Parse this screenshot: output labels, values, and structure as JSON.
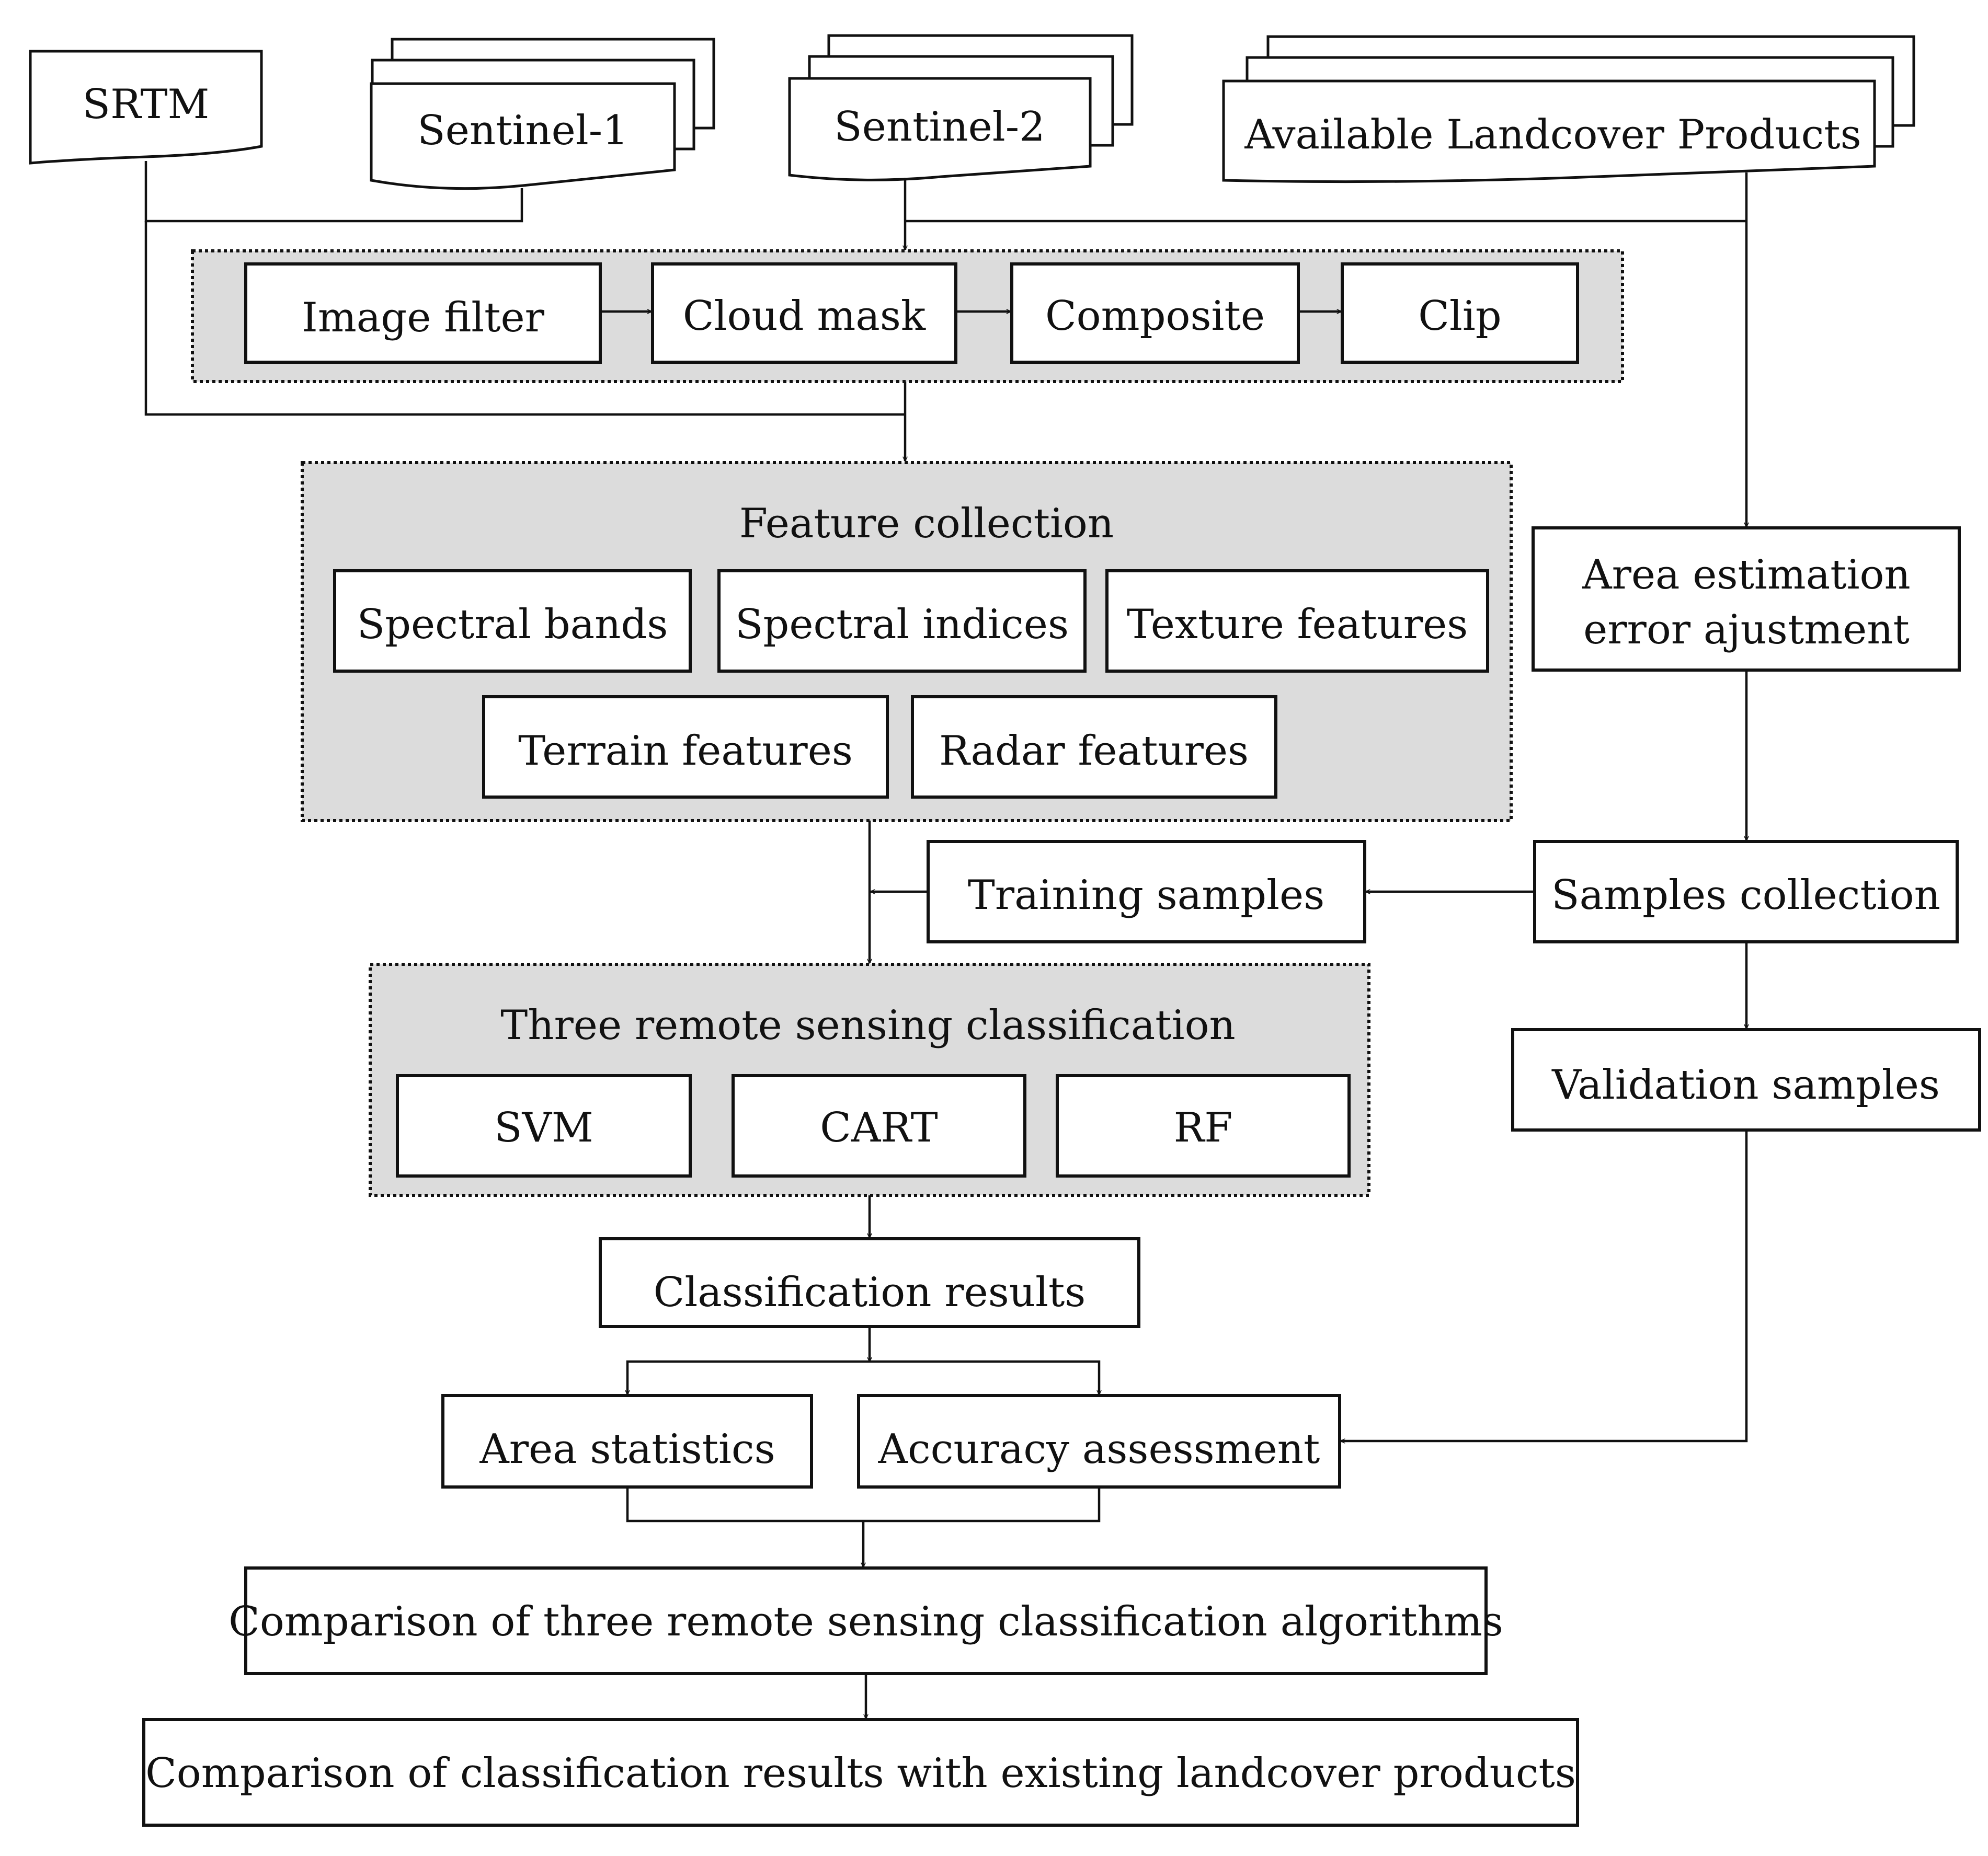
{
  "sources": {
    "srtm": "SRTM",
    "sentinel1": "Sentinel-1",
    "sentinel2": "Sentinel-2",
    "landcover": "Available Landcover Products"
  },
  "preprocessing": {
    "image_filter": "Image filter",
    "cloud_mask": "Cloud mask",
    "composite": "Composite",
    "clip": "Clip"
  },
  "features": {
    "title": "Feature collection",
    "spectral_bands": "Spectral bands",
    "spectral_indices": "Spectral indices",
    "texture": "Texture features",
    "terrain": "Terrain features",
    "radar": "Radar features"
  },
  "samples": {
    "area_estimation": [
      "Area estimation",
      "error ajustment"
    ],
    "collection": "Samples collection",
    "training": "Training samples",
    "validation": "Validation samples"
  },
  "classification": {
    "title": "Three remote sensing classification",
    "svm": "SVM",
    "cart": "CART",
    "rf": "RF"
  },
  "results": {
    "classification_results": "Classification results",
    "area_statistics": "Area statistics",
    "accuracy_assessment": "Accuracy assessment",
    "comparison_algorithms": "Comparison of three remote sensing classification algorithms",
    "comparison_products": "Comparison of classification results with existing landcover products"
  }
}
